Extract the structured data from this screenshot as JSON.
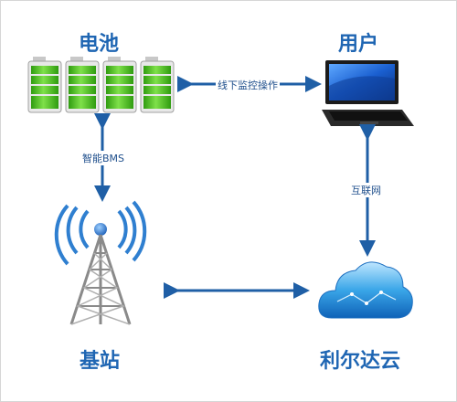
{
  "nodes": {
    "battery": {
      "label": "电池"
    },
    "user": {
      "label": "用户"
    },
    "station": {
      "label": "基站"
    },
    "cloud": {
      "label": "利尔达云"
    }
  },
  "edges": {
    "battery_user": {
      "label": "线下监控操作"
    },
    "battery_station": {
      "label": "智能BMS"
    },
    "user_cloud": {
      "label": "互联网"
    },
    "station_cloud": {
      "label": ""
    }
  },
  "colors": {
    "title": "#1f66b3",
    "arrow": "#1f5fa6",
    "battery_green": "#44c21a",
    "cloud_blue": "#3aa6e8"
  },
  "icons": [
    "battery-pack-icon",
    "laptop-icon",
    "radio-tower-icon",
    "cloud-icon"
  ]
}
